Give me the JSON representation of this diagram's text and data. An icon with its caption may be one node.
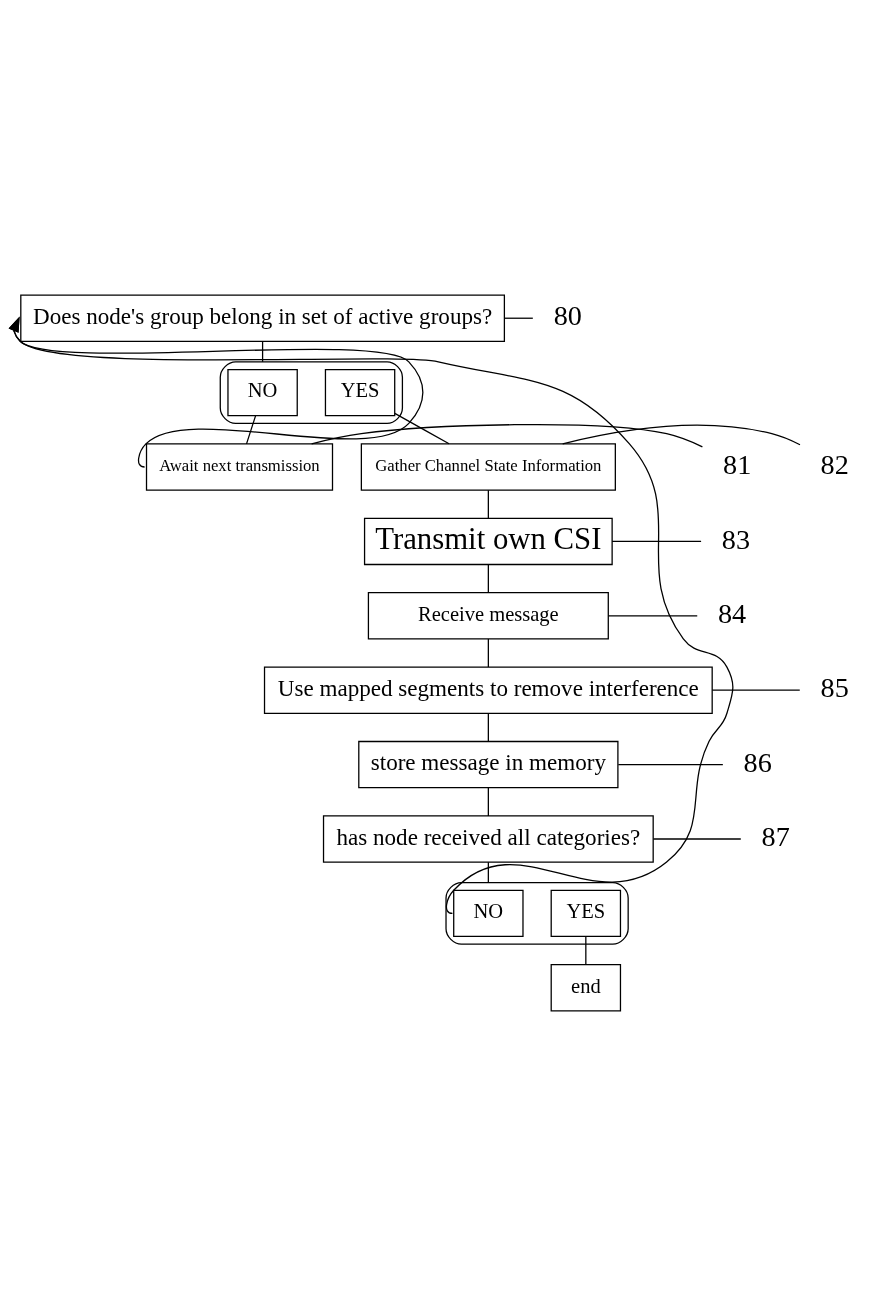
{
  "diagram": {
    "nodes": [
      {
        "text": [
          "Does node's group belong in set of active groups?"
        ]
      },
      {
        "text": [],
        "shape": "box"
      },
      {
        "text": [
          "NO"
        ],
        "in": 1
      },
      {
        "text": [
          "YES"
        ],
        "in": 1
      },
      {
        "text": [
          "Await next transmission"
        ]
      },
      {
        "text": [
          "Gather Channel State Information"
        ]
      },
      {
        "text": [
          "Transmit own CSI"
        ]
      },
      {
        "text": [
          "Receive message"
        ]
      },
      {
        "text": [
          "Use mapped segments to remove interference"
        ]
      },
      {
        "text": [
          "store message in memory"
        ]
      },
      {
        "text": [
          "has node received all categories?"
        ]
      },
      {
        "text": [],
        "shape": "box"
      },
      {
        "text": [
          "NO"
        ],
        "in": 11
      },
      {
        "text": [
          "YES"
        ],
        "in": 11
      },
      {
        "text": [
          "end"
        ]
      },
      {
        "text": [
          "80"
        ]
      },
      {
        "text": [
          "81"
        ]
      },
      {
        "text": [
          "82"
        ]
      },
      {
        "text": [
          "83"
        ]
      },
      {
        "text": [
          "84"
        ]
      },
      {
        "text": [
          "85"
        ]
      },
      {
        "text": [
          "86"
        ]
      },
      {
        "text": [
          "87"
        ]
      }
    ],
    "edges": [
      {
        "from": 0,
        "to": 1,
        "arrow": "none"
      },
      {
        "from": 2,
        "to": 4,
        "arrow": "none"
      },
      {
        "from": 4,
        "to": 0,
        "arrow": "to"
      },
      {
        "from": 3,
        "to": 5,
        "arrow": "none"
      },
      {
        "from": 5,
        "to": 6,
        "arrow": "none"
      },
      {
        "from": 6,
        "to": 7,
        "arrow": "none"
      },
      {
        "from": 7,
        "to": 8,
        "arrow": "none"
      },
      {
        "from": 8,
        "to": 9,
        "arrow": "none"
      },
      {
        "from": 9,
        "to": 10,
        "arrow": "none"
      },
      {
        "from": 10,
        "to": 11,
        "arrow": "none"
      },
      {
        "from": 12,
        "to": 0,
        "arrow": "to"
      },
      {
        "from": 13,
        "to": 14,
        "arrow": "none"
      },
      {
        "from": 15,
        "to": 0,
        "arrow": "none"
      },
      {
        "from": 16,
        "to": 4,
        "arrow": "none"
      },
      {
        "from": 17,
        "to": 5,
        "arrow": "none"
      },
      {
        "from": 18,
        "to": 6,
        "arrow": "none"
      },
      {
        "from": 19,
        "to": 7,
        "arrow": "none"
      },
      {
        "from": 20,
        "to": 8,
        "arrow": "none"
      },
      {
        "from": 21,
        "to": 9,
        "arrow": "none"
      },
      {
        "from": 22,
        "to": 10,
        "arrow": "none"
      }
    ]
  }
}
